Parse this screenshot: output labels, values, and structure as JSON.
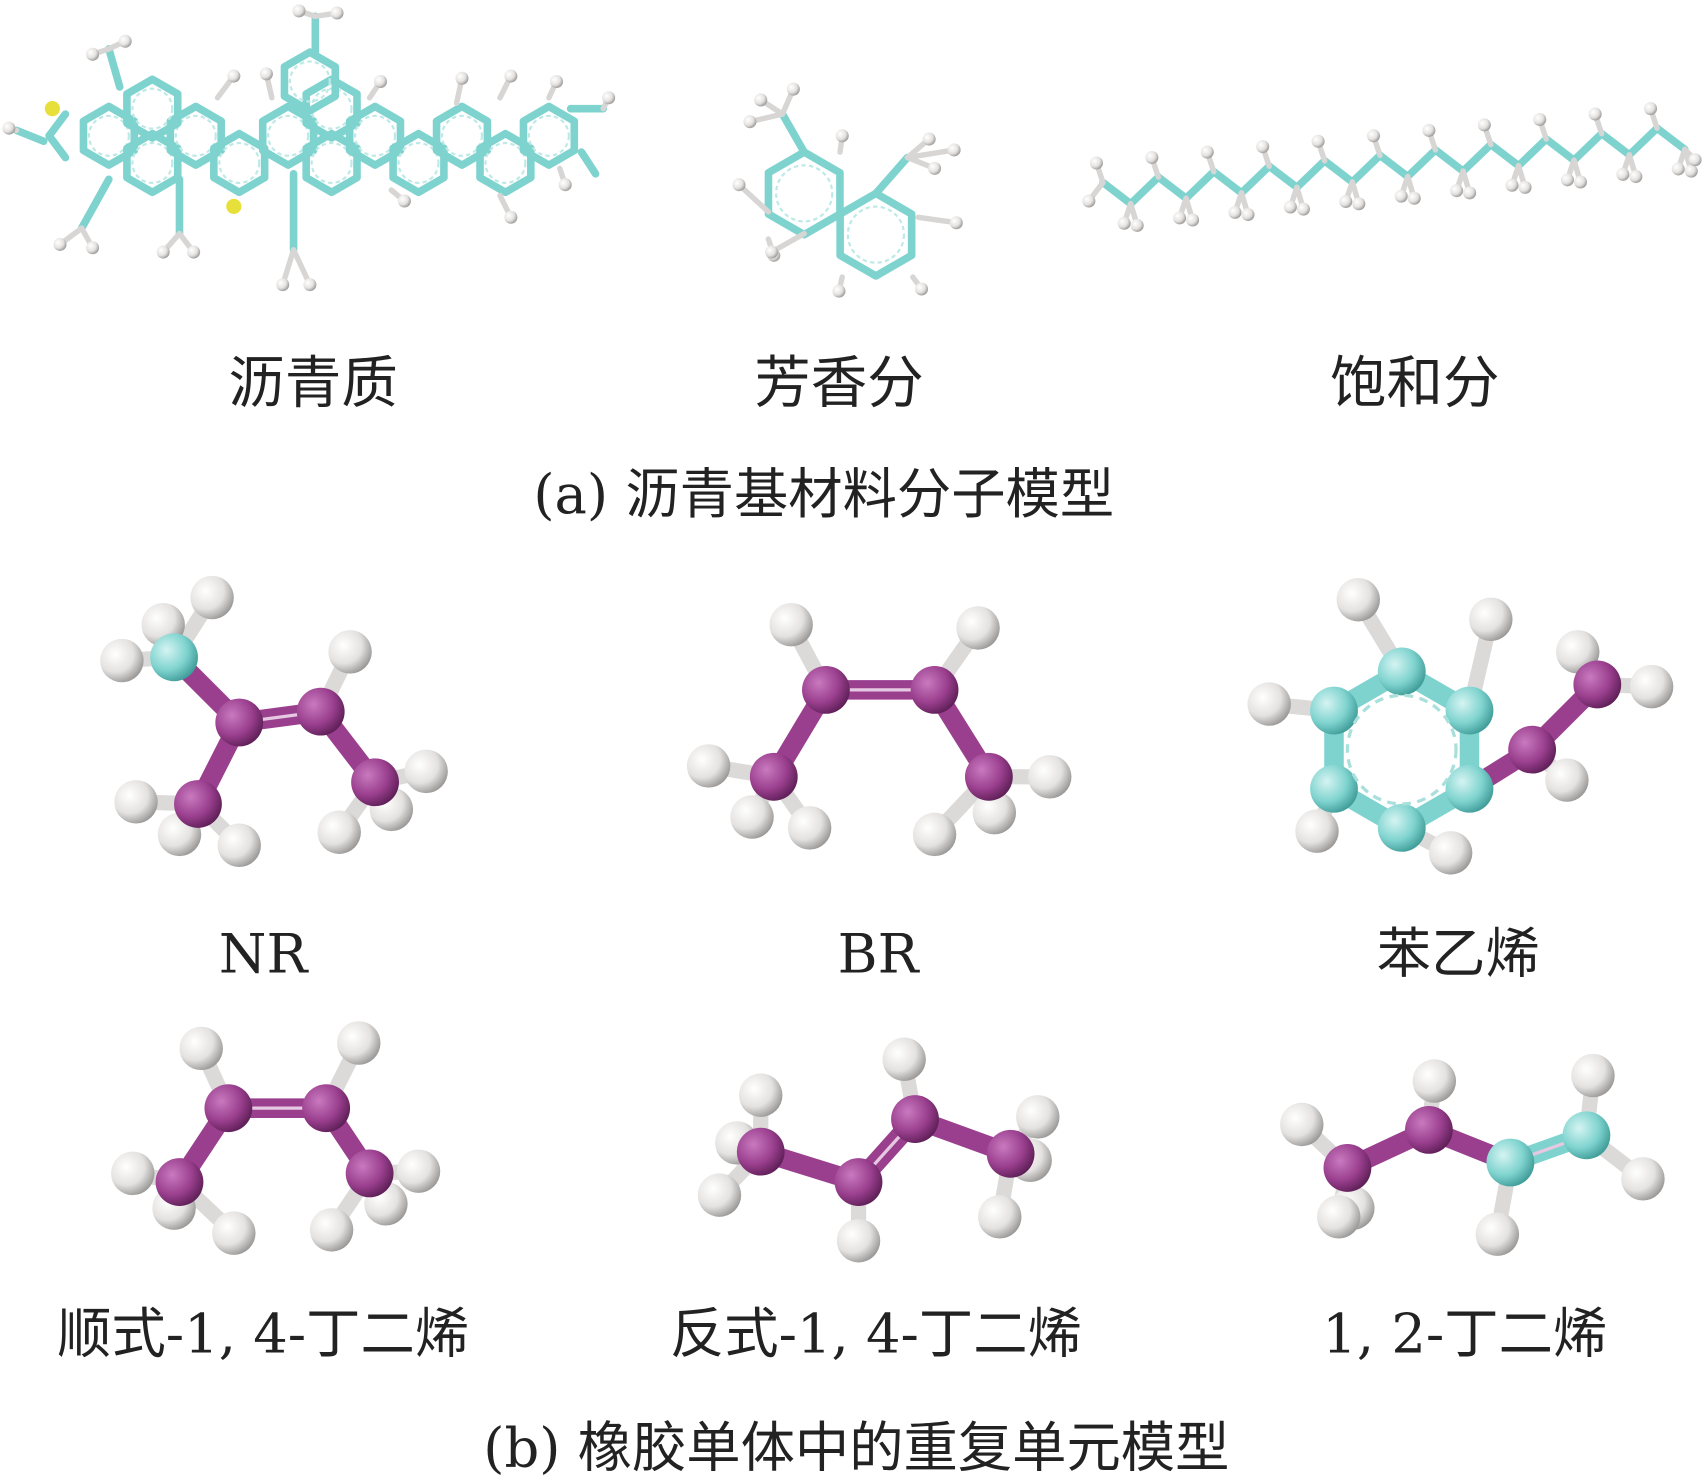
{
  "colors": {
    "carbon_cyan": "#7fd3cf",
    "carbon_purple": "#9a3f8e",
    "hydrogen": "#e6e4e2",
    "sulfur": "#e8e03a",
    "text": "#222222"
  },
  "panel_a": {
    "labels": [
      "沥青质",
      "芳香分",
      "饱和分"
    ],
    "caption": "(a) 沥青基材料分子模型"
  },
  "panel_b": {
    "row1_labels": [
      "NR",
      "BR",
      "苯乙烯"
    ],
    "row2_labels": [
      "顺式-1, 4-丁二烯",
      "反式-1, 4-丁二烯",
      "1, 2-丁二烯"
    ],
    "caption": "(b) 橡胶单体中的重复单元模型"
  }
}
